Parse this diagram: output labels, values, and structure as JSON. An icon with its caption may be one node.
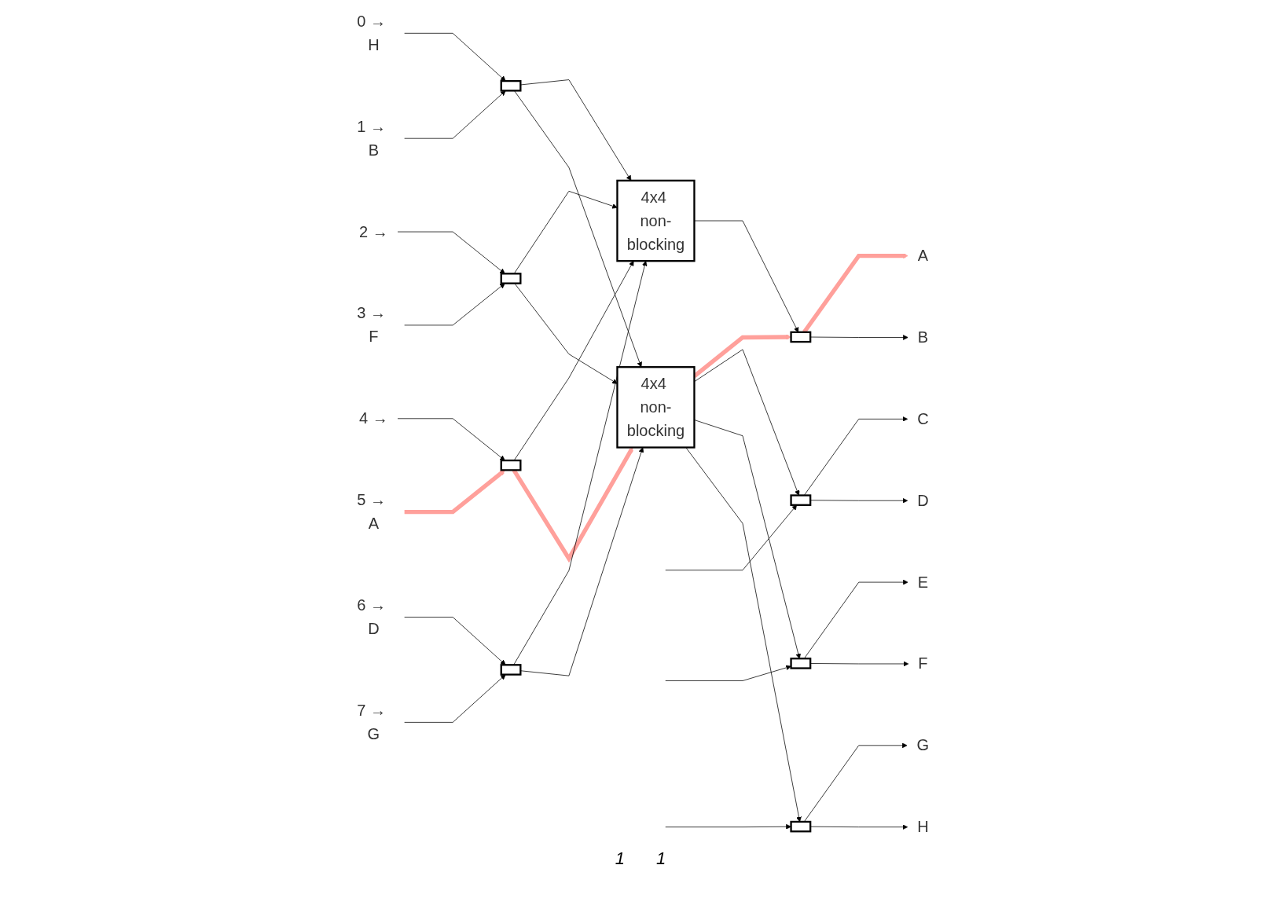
{
  "diagram": {
    "nodes": [
      {
        "text": [
          "0 → H"
        ]
      },
      {
        "text": [
          "1 → B"
        ]
      },
      {
        "text": [
          "2 →"
        ]
      },
      {
        "text": [
          "3 → F"
        ]
      },
      {
        "text": [
          "4 →"
        ]
      },
      {
        "text": [
          "5 → A"
        ]
      },
      {
        "text": [
          "6 → D"
        ]
      },
      {
        "text": [
          "7 → G"
        ]
      },
      {
        "text": [],
        "shape": "box"
      },
      {
        "text": [],
        "shape": "box"
      },
      {
        "text": [],
        "shape": "box"
      },
      {
        "text": [],
        "shape": "box"
      },
      {
        "text": [
          "4x4 non-blocking"
        ]
      },
      {
        "text": [
          "4x4 non-blocking"
        ]
      },
      {
        "text": [],
        "shape": "box"
      },
      {
        "text": [],
        "shape": "box"
      },
      {
        "text": [],
        "shape": "box"
      },
      {
        "text": [],
        "shape": "box"
      },
      {
        "text": [
          "A"
        ]
      },
      {
        "text": [
          "B"
        ]
      },
      {
        "text": [
          "C"
        ]
      },
      {
        "text": [
          "D"
        ]
      },
      {
        "text": [
          "E"
        ]
      },
      {
        "text": [
          "F"
        ]
      },
      {
        "text": [
          "G"
        ]
      },
      {
        "text": [
          "H"
        ]
      }
    ],
    "edges": [
      {
        "from": 0,
        "to": 8,
        "arrow": "to"
      },
      {
        "from": 1,
        "to": 8,
        "arrow": "to"
      },
      {
        "from": 2,
        "to": 9,
        "arrow": "to"
      },
      {
        "from": 3,
        "to": 9,
        "arrow": "to"
      },
      {
        "from": 4,
        "to": 10,
        "arrow": "to"
      },
      {
        "from": 5,
        "to": 10,
        "arrow": "to",
        "style": "thick",
        "color": "#ffa09b"
      },
      {
        "from": 6,
        "to": 11,
        "arrow": "to"
      },
      {
        "from": 7,
        "to": 11,
        "arrow": "to"
      },
      {
        "from": 8,
        "to": 12,
        "arrow": "to"
      },
      {
        "from": 8,
        "to": 13,
        "arrow": "to"
      },
      {
        "from": 9,
        "to": 12,
        "arrow": "to"
      },
      {
        "from": 9,
        "to": 13,
        "arrow": "to"
      },
      {
        "from": 10,
        "to": 12,
        "arrow": "to"
      },
      {
        "from": 10,
        "to": 13,
        "arrow": "to",
        "style": "thick",
        "color": "#ffa09b"
      },
      {
        "from": 11,
        "to": 12,
        "arrow": "to"
      },
      {
        "from": 11,
        "to": 13,
        "arrow": "to"
      },
      {
        "from": 12,
        "to": 14,
        "arrow": "to"
      },
      {
        "from": 13,
        "to": 14,
        "arrow": "to",
        "style": "thick",
        "color": "#ffa09b"
      },
      {
        "from": null,
        "to": 15,
        "arrow": "to"
      },
      {
        "from": 13,
        "to": 15,
        "arrow": "to"
      },
      {
        "from": null,
        "to": 16,
        "arrow": "to"
      },
      {
        "from": 13,
        "to": 16,
        "arrow": "to"
      },
      {
        "from": null,
        "to": 17,
        "arrow": "to"
      },
      {
        "from": 13,
        "to": 17,
        "arrow": "to"
      },
      {
        "from": 14,
        "to": 18,
        "arrow": "to",
        "style": "thick",
        "color": "#ffa09b"
      },
      {
        "from": 14,
        "to": 19,
        "arrow": "to"
      },
      {
        "from": 15,
        "to": 20,
        "arrow": "to"
      },
      {
        "from": 15,
        "to": 21,
        "arrow": "to"
      },
      {
        "from": 16,
        "to": 22,
        "arrow": "to"
      },
      {
        "from": 16,
        "to": 23,
        "arrow": "to"
      },
      {
        "from": 17,
        "to": 24,
        "arrow": "to"
      },
      {
        "from": 17,
        "to": 25,
        "arrow": "to"
      }
    ],
    "labels": [
      "1",
      "1"
    ]
  }
}
